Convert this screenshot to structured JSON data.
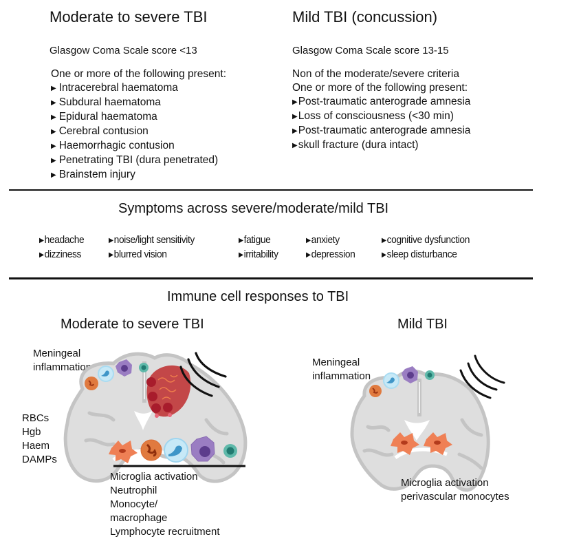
{
  "criteria": {
    "moderate_severe": {
      "title": "Moderate to severe TBI",
      "gcs_label": "Glasgow Coma Scale score  <13",
      "intro": "One or more of the following present:",
      "items": [
        "Intracerebral haematoma",
        "Subdural haematoma",
        "Epidural haematoma",
        "Cerebral contusion",
        "Haemorrhagic contusion",
        "Penetrating TBI (dura penetrated)",
        "Brainstem injury"
      ]
    },
    "mild": {
      "title": "Mild TBI (concussion)",
      "gcs_label": "Glasgow Coma Scale score  13-15",
      "intro_lines": [
        "Non of the moderate/severe criteria",
        "One or more of the following present:"
      ],
      "items": [
        "Post-traumatic anterograde amnesia",
        "Loss of consciousness (<30 min)",
        "Post-traumatic anterograde amnesia",
        "skull fracture (dura intact)"
      ]
    }
  },
  "symptoms": {
    "title": "Symptoms across severe/moderate/mild TBI",
    "columns": [
      [
        "headache",
        "dizziness"
      ],
      [
        "noise/light sensitivity",
        "blurred vision"
      ],
      [
        "fatigue",
        "irritability"
      ],
      [
        "anxiety",
        "depression"
      ],
      [
        "cognitive dysfunction",
        "sleep disturbance"
      ]
    ]
  },
  "immune": {
    "title": "Immune cell responses to TBI",
    "moderate_severe": {
      "title": "Moderate to severe TBI",
      "meningeal_label": [
        "Meningeal",
        "inflammation"
      ],
      "blood_products": [
        "RBCs",
        "Hgb",
        "Haem",
        "DAMPs"
      ],
      "responses": [
        "Microglia activation",
        "Neutrophil",
        "Monocyte/",
        "macrophage",
        "Lymphocyte recruitment"
      ]
    },
    "mild": {
      "title": "Mild TBI",
      "meningeal_label": [
        "Meningeal",
        "inflammation"
      ],
      "responses": [
        "Microglia activation",
        "perivascular monocytes"
      ]
    }
  },
  "colors": {
    "brain_fill": "#dedede",
    "brain_sulci": "#c4c4c4",
    "haematoma": "#c0393b",
    "rbc": "#b11f2f",
    "microglia": "#ef8055",
    "neutrophil": "#e07a3f",
    "monocyte": "#a9dcf2",
    "macrophage": "#9a7dc2",
    "lymphocyte": "#5fb9aa"
  }
}
